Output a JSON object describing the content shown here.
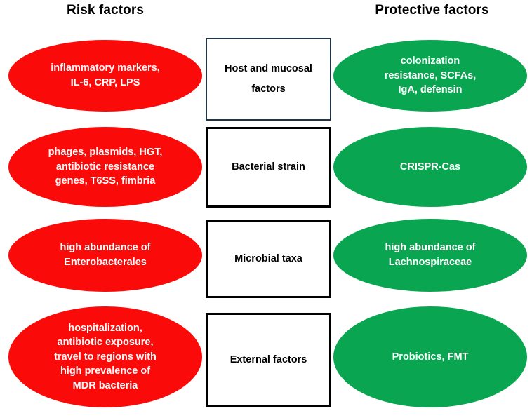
{
  "headers": {
    "risk": "Risk factors",
    "protective": "Protective factors"
  },
  "colors": {
    "risk": "#fa0a08",
    "protective": "#0aa550",
    "box_border_primary": "#203448",
    "box_border": "#000000",
    "ellipse_text": "#ffffff",
    "box_text": "#000000",
    "background": "#ffffff"
  },
  "rows": [
    {
      "risk": "inflammatory markers,\nIL-6, CRP, LPS",
      "category": "Host and mucosal\nfactors",
      "protective": "colonization\nresistance, SCFAs,\nIgA, defensin"
    },
    {
      "risk": "phages, plasmids, HGT,\nantibiotic resistance\ngenes, T6SS, fimbria",
      "category": "Bacterial strain",
      "protective": "CRISPR-Cas"
    },
    {
      "risk": "high abundance of\nEnterobacterales",
      "category": "Microbial taxa",
      "protective": "high abundance of\nLachnospiraceae"
    },
    {
      "risk": "hospitalization,\nantibiotic exposure,\ntravel to regions with\nhigh prevalence of\nMDR bacteria",
      "category": "External factors",
      "protective": "Probiotics, FMT"
    }
  ]
}
